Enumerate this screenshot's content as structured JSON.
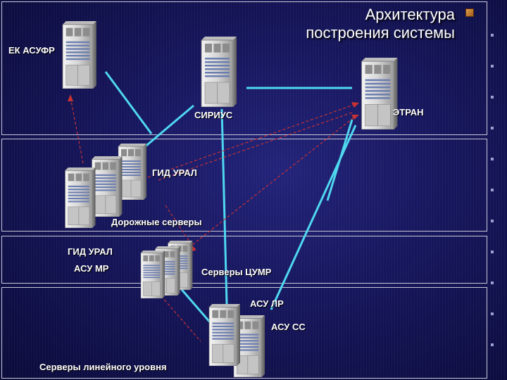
{
  "title": {
    "line1": "Архитектура",
    "line2": "построения системы"
  },
  "nodes": {
    "ek_asufr": "ЕК АСУФР",
    "sirius": "СИРИУС",
    "etran": "ЭТРАН",
    "gid_ural_top": "ГИД УРАЛ",
    "road_servers": "Дорожные серверы",
    "gid_ural_left": "ГИД УРАЛ",
    "asu_mr": "АСУ МР",
    "cumr_servers": "Серверы ЦУМР",
    "asu_lr": "АСУ ЛР",
    "asu_ss": "АСУ СС",
    "line_servers": "Серверы линейного уровня"
  },
  "colors": {
    "link_solid": "#4fd8f0",
    "link_dashed": "#c83232",
    "background": "#16165c"
  }
}
